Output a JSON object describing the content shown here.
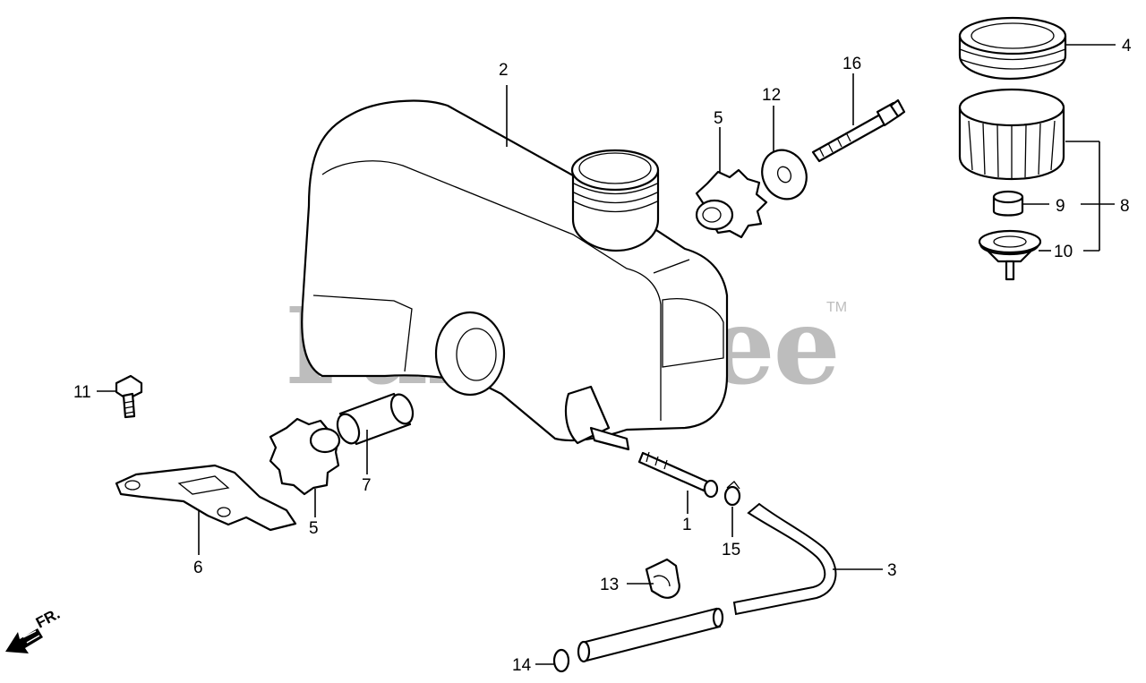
{
  "watermark": {
    "text": "PartsTree",
    "trademark": "TM"
  },
  "direction_marker": {
    "label": "FR.",
    "icon": "front-arrow-icon"
  },
  "callouts": {
    "c1": "1",
    "c2": "2",
    "c3": "3",
    "c4": "4",
    "c5a": "5",
    "c5b": "5",
    "c6": "6",
    "c7": "7",
    "c8": "8",
    "c9": "9",
    "c10": "10",
    "c11": "11",
    "c12": "12",
    "c13": "13",
    "c14": "14",
    "c15": "15",
    "c16": "16"
  },
  "parts": [
    {
      "ref": "1",
      "icon": "fuel-pipe-bolt-icon"
    },
    {
      "ref": "2",
      "icon": "fuel-tank-icon"
    },
    {
      "ref": "3",
      "icon": "fuel-tube-icon"
    },
    {
      "ref": "4",
      "icon": "filler-neck-ring-icon"
    },
    {
      "ref": "5",
      "icon": "grommet-icon"
    },
    {
      "ref": "6",
      "icon": "tank-bracket-icon"
    },
    {
      "ref": "7",
      "icon": "collar-icon"
    },
    {
      "ref": "8",
      "icon": "fuel-cap-assembly-icon"
    },
    {
      "ref": "9",
      "icon": "cap-packing-icon"
    },
    {
      "ref": "10",
      "icon": "cap-filter-icon"
    },
    {
      "ref": "11",
      "icon": "flange-bolt-icon"
    },
    {
      "ref": "12",
      "icon": "washer-icon"
    },
    {
      "ref": "13",
      "icon": "tube-clamp-icon"
    },
    {
      "ref": "14",
      "icon": "tube-clip-icon"
    },
    {
      "ref": "15",
      "icon": "tube-clip-icon"
    },
    {
      "ref": "16",
      "icon": "flange-bolt-icon"
    }
  ]
}
